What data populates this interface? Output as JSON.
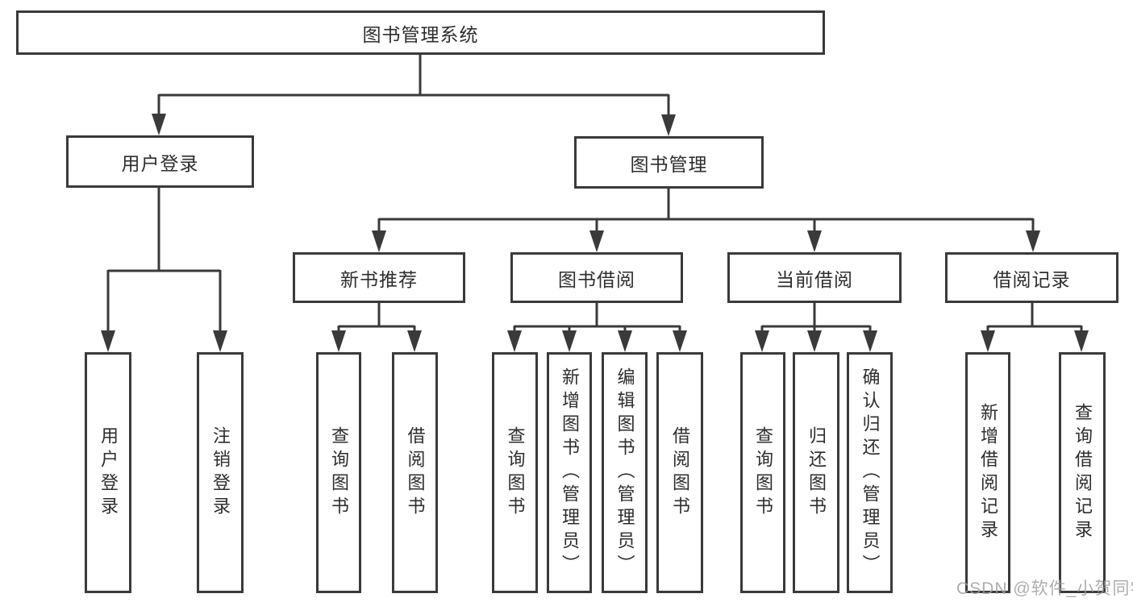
{
  "diagram": {
    "type": "hierarchy-tree",
    "colors": {
      "line": "#3a3a3a",
      "box_border": "#3a3a3a",
      "box_fill": "#ffffff",
      "text": "#2d2d2d",
      "watermark": "#9f9f9f",
      "background": "#ffffff"
    }
  },
  "tree": {
    "label": "图书管理系统",
    "children": [
      {
        "label": "用户登录",
        "children": [
          {
            "label": "用户登录"
          },
          {
            "label": "注销登录"
          }
        ]
      },
      {
        "label": "图书管理",
        "children": [
          {
            "label": "新书推荐",
            "children": [
              {
                "label": "查询图书"
              },
              {
                "label": "借阅图书"
              }
            ]
          },
          {
            "label": "图书借阅",
            "children": [
              {
                "label": "查询图书"
              },
              {
                "label": "新增图书（管理员）"
              },
              {
                "label": "编辑图书（管理员）"
              },
              {
                "label": "借阅图书"
              }
            ]
          },
          {
            "label": "当前借阅",
            "children": [
              {
                "label": "查询图书"
              },
              {
                "label": "归还图书"
              },
              {
                "label": "确认归还（管理员）"
              }
            ]
          },
          {
            "label": "借阅记录",
            "children": [
              {
                "label": "新增借阅记录"
              },
              {
                "label": "查询借阅记录"
              }
            ]
          }
        ]
      }
    ]
  },
  "watermark": {
    "text": "CSDN @软件_小贺同学"
  }
}
